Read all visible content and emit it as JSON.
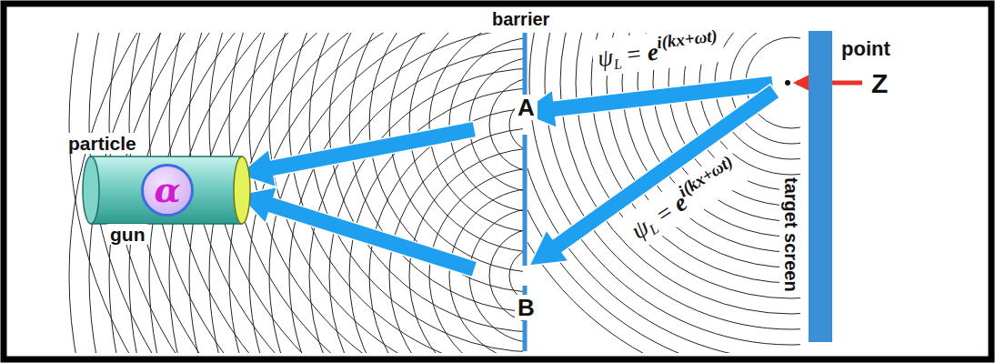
{
  "diagram": {
    "nodes": [
      {
        "text": [
          "particle",
          "gun"
        ]
      },
      {
        "text": [
          "α"
        ],
        "in": 0
      },
      {
        "text": [
          "target screen"
        ]
      }
    ],
    "labels": [
      "barrier",
      "A",
      "B",
      "point",
      "Z",
      "ψ",
      "L",
      "=",
      "e",
      "i(kx+ωt)",
      "ψ",
      "L",
      "=",
      "e",
      "i(kx+ωt)"
    ]
  }
}
